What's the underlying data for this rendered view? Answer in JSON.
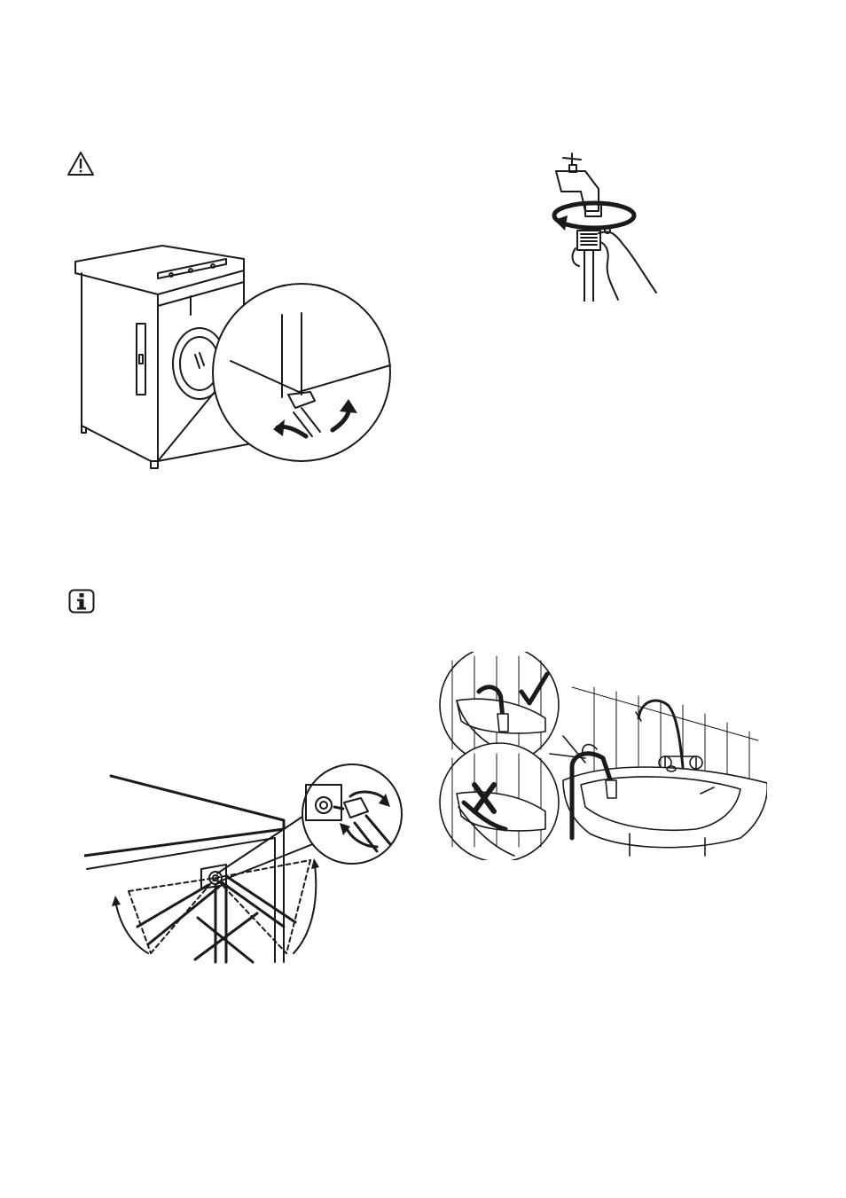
{
  "page": {
    "background": "#ffffff",
    "ink": "#1a1a1a"
  },
  "icons": {
    "warning": "warning-triangle-icon",
    "info": "information-icon",
    "check": "check-mark-icon",
    "cross": "cross-mark-icon"
  },
  "figures": [
    {
      "id": "washer-leveling",
      "icon": "washing-machine-feet-adjust-illustration"
    },
    {
      "id": "tap-connection",
      "icon": "water-tap-hose-connection-illustration"
    },
    {
      "id": "inlet-hose-angle",
      "icon": "inlet-hose-orientation-illustration"
    },
    {
      "id": "drain-hose-sink",
      "icon": "drain-hose-over-sink-illustration"
    }
  ]
}
